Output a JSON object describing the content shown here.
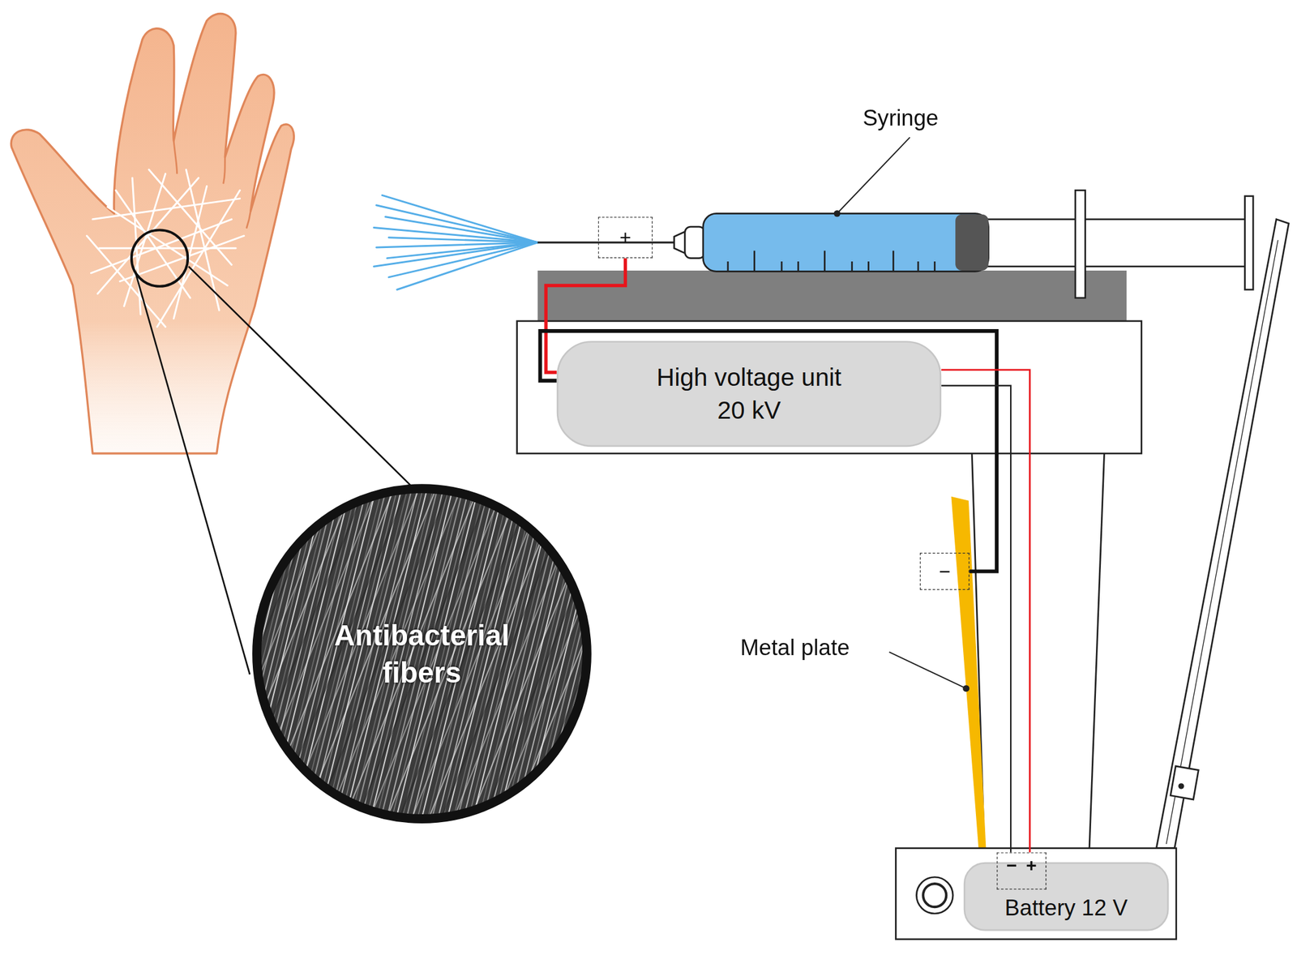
{
  "diagram": {
    "nodes": [
      {
        "text": [
          "High voltage unit",
          "20 kV"
        ]
      },
      {
        "text": [
          "Battery 12 V"
        ]
      },
      {
        "text": [
          "Antibacterial fibers"
        ]
      },
      {
        "text": [
          "+"
        ]
      },
      {
        "text": [
          "−"
        ]
      },
      {
        "text": [
          "−",
          "+"
        ]
      }
    ],
    "edges": [
      {
        "from": 0,
        "to": 3,
        "arrow": "none"
      },
      {
        "from": 0,
        "to": 4,
        "arrow": "none"
      },
      {
        "from": 0,
        "to": 5,
        "arrow": "none"
      },
      {
        "from": 0,
        "to": 5,
        "arrow": "none"
      }
    ],
    "labels": [
      "Syringe",
      "Metal plate"
    ]
  }
}
